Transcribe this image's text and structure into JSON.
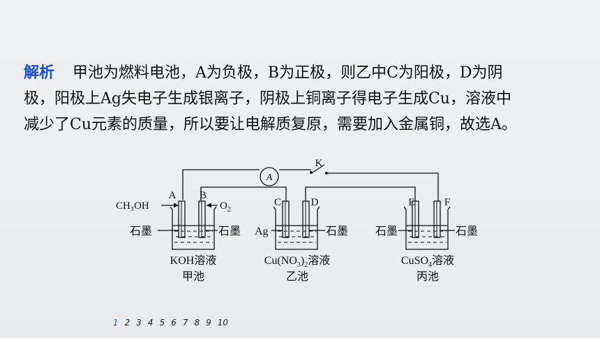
{
  "analysis": {
    "label": "解析",
    "lines": [
      "甲池为燃料电池，A为负极，B为正极，则乙中C为阳极，D为阴",
      "极，阳极上Ag失电子生成银离子，阴极上铜离子得电子生成Cu，溶液中",
      "减少了Cu元素的质量，所以要让电解质复原，需要加入金属铜，故选A。"
    ]
  },
  "diagram": {
    "ammeter": "A",
    "switch": "K",
    "cell1": {
      "left_electrode": "A",
      "right_electrode": "B",
      "left_feed": "CH₃OH",
      "right_feed_base": "O",
      "right_feed_sub": "2",
      "left_material": "石墨",
      "right_material": "石墨",
      "solution": "KOH溶液",
      "name": "甲池"
    },
    "cell2": {
      "left_electrode": "C",
      "right_electrode": "D",
      "left_material": "Ag",
      "right_material": "石墨",
      "solution_pre": "Cu(NO",
      "solution_sub1": "3",
      "solution_mid": ")",
      "solution_sub2": "2",
      "solution_post": "溶液",
      "name": "乙池"
    },
    "cell3": {
      "left_electrode": "E",
      "right_electrode": "F",
      "left_material": "石墨",
      "right_material": "石墨",
      "solution_pre": "CuSO",
      "solution_sub": "4",
      "solution_post": "溶液",
      "name": "丙池"
    }
  },
  "pagination": {
    "pages": [
      "1",
      "2",
      "3",
      "4",
      "5",
      "6",
      "7",
      "8",
      "9",
      "10"
    ],
    "current": "1"
  }
}
